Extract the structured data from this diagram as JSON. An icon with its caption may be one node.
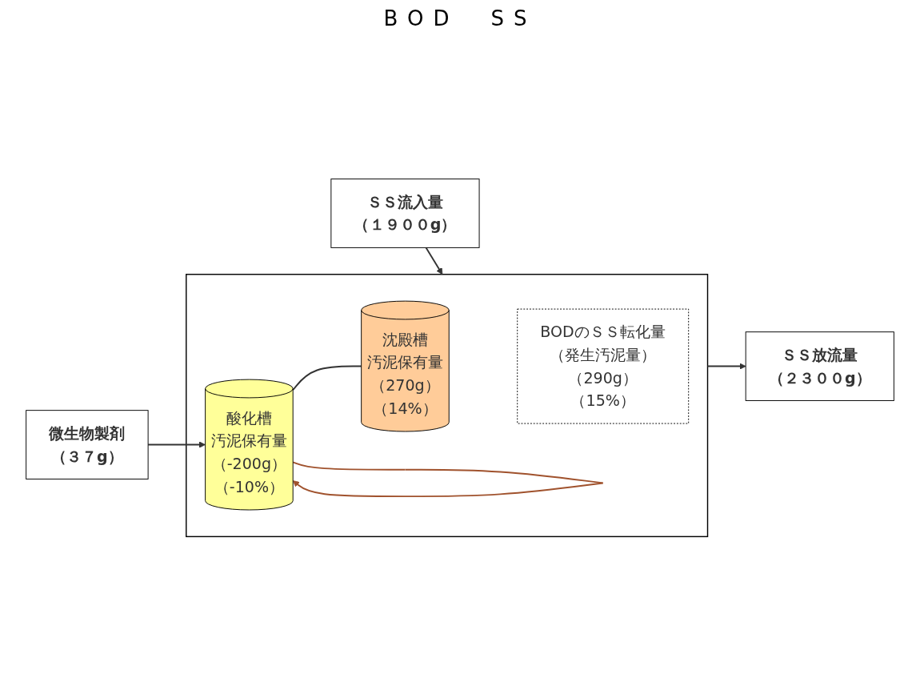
{
  "diagram": {
    "nodes": [
      {
        "text": [],
        "shape": "box"
      },
      {
        "text": [
          "微生物製剤",
          "（３７g）"
        ]
      },
      {
        "text": [
          "BODのＳＳ転化量",
          "（発生汚泥量）",
          "（290g）",
          "（15%）"
        ],
        "in": 0
      },
      {
        "text": [
          "酸化槽",
          "汚泥保有量",
          "（-200g）",
          "（-10%）"
        ],
        "in": 0
      },
      {
        "text": [
          "沈殿槽",
          "汚泥保有量",
          "（270g）",
          "（14%）"
        ],
        "in": 0
      },
      {
        "text": [
          "ＳＳ流入量",
          "（１９００g）"
        ]
      },
      {
        "text": [
          "ＳＳ放流量",
          "（２３００g）"
        ]
      }
    ],
    "edges": [
      {
        "from": 5,
        "to": 0,
        "arrow": "to"
      },
      {
        "from": 1,
        "to": 3,
        "arrow": "to"
      },
      {
        "from": 3,
        "to": 3,
        "arrow": "to",
        "color": "#a0522d"
      },
      {
        "from": 3,
        "to": 4,
        "arrow": "none"
      },
      {
        "from": 0,
        "to": 6,
        "arrow": "to"
      }
    ],
    "labels": [
      "BOD",
      "SS"
    ]
  }
}
